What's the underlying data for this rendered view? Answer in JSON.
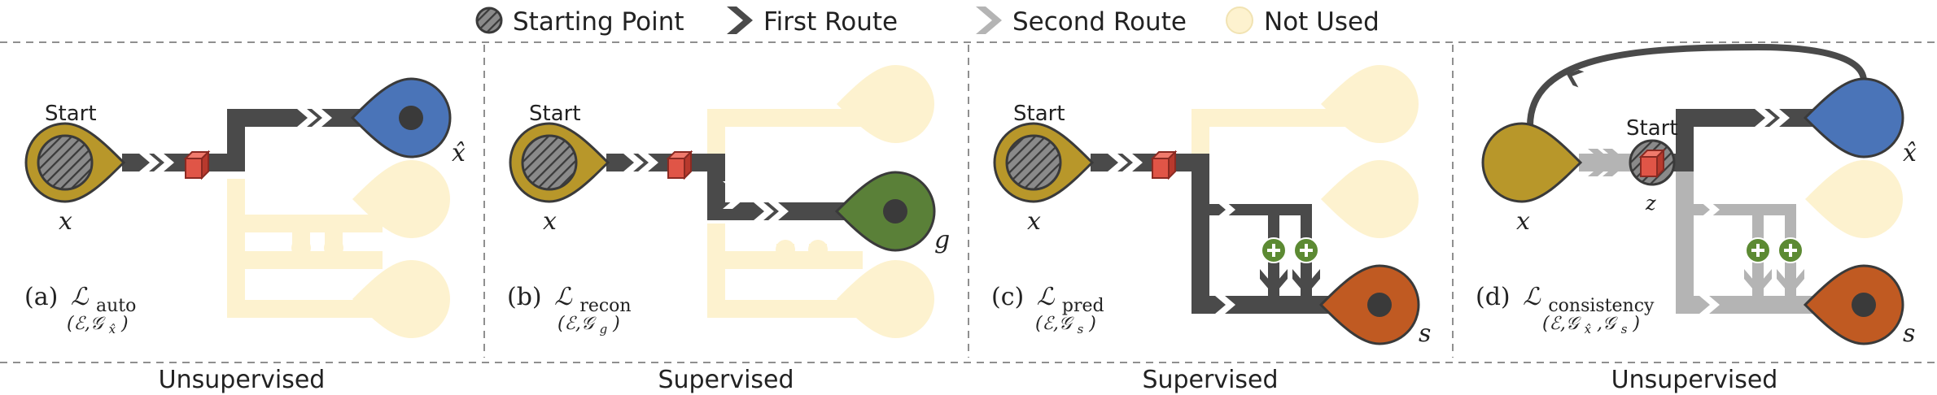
{
  "legend": {
    "starting_point": "Starting Point",
    "first_route": "First Route",
    "second_route": "Second Route",
    "not_used": "Not Used"
  },
  "panels": [
    {
      "id": "a",
      "start_label": "Start",
      "prefix": "(a)",
      "loss": "ℒ",
      "loss_sub": "auto",
      "modules": "(ℰ,𝒢",
      "modules_sub": "x̂",
      "modules_end": ")",
      "input_label": "x",
      "output_label": "x̂",
      "footer": "Unsupervised"
    },
    {
      "id": "b",
      "start_label": "Start",
      "prefix": "(b)",
      "loss": "ℒ",
      "loss_sub": "recon",
      "modules": "(ℰ,𝒢",
      "modules_sub": "g",
      "modules_end": ")",
      "input_label": "x",
      "output_label": "g",
      "footer": "Supervised"
    },
    {
      "id": "c",
      "start_label": "Start",
      "prefix": "(c)",
      "loss": "ℒ",
      "loss_sub": "pred",
      "modules": "(ℰ,𝒢",
      "modules_sub": "s",
      "modules_end": ")",
      "input_label": "x",
      "output_label": "s",
      "footer": "Supervised"
    },
    {
      "id": "d",
      "start_label": "Start",
      "prefix": "(d)",
      "loss": "ℒ",
      "loss_sub": "consistency",
      "modules": "(ℰ,𝒢",
      "modules_sub": "x̂",
      "modules_mid": ",𝒢",
      "modules_sub2": "s",
      "modules_end": ")",
      "input_label": "x",
      "latent_label": "z",
      "output_label_top": "x̂",
      "output_label_bottom": "s",
      "footer": "Unsupervised"
    }
  ],
  "colors": {
    "first_route": "#4a4a4a",
    "second_route": "#b4b4b4",
    "not_used": "#fdf2cf",
    "input": "#b8972a",
    "output_recon": "#4a74b8",
    "output_seg": "#5a8038",
    "output_sal": "#c05a22",
    "cube": "#e05547",
    "plus": "#5c8a33"
  }
}
